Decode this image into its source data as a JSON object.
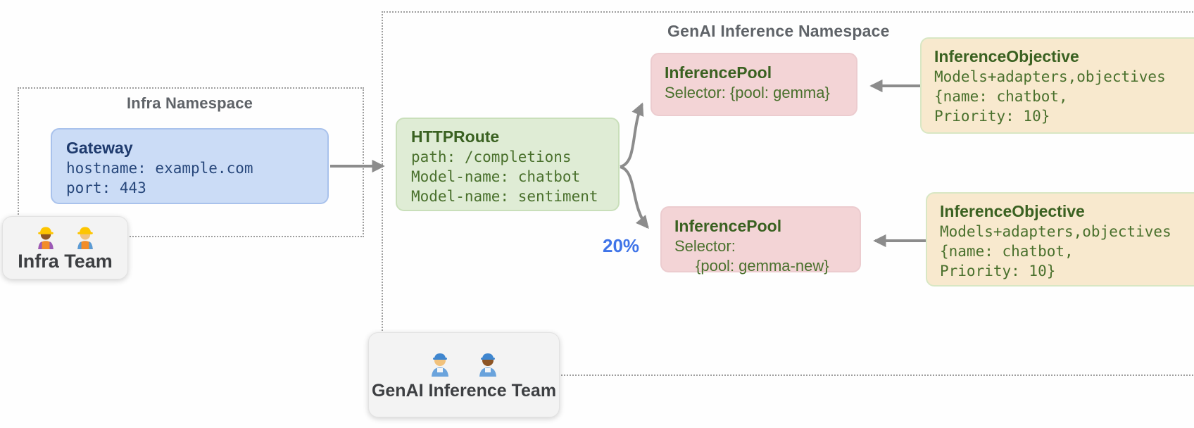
{
  "infra_namespace": {
    "title": "Infra Namespace",
    "gateway": {
      "title": "Gateway",
      "lines": [
        "hostname: example.com",
        "port: 443"
      ]
    }
  },
  "genai_namespace": {
    "title": "GenAI Inference Namespace",
    "httproute": {
      "title": "HTTPRoute",
      "lines": [
        "path: /completions",
        "Model-name: chatbot",
        "Model-name: sentiment"
      ]
    },
    "pools": [
      {
        "title": "InferencePool",
        "lines": [
          "Selector: {pool: gemma}"
        ]
      },
      {
        "title": "InferencePool",
        "lines": [
          "Selector:",
          "{pool: gemma-new}"
        ]
      }
    ],
    "objectives": [
      {
        "title": "InferenceObjective",
        "lines": [
          "Models+adapters,objectives",
          "{name: chatbot,",
          "Priority: 10}"
        ]
      },
      {
        "title": "InferenceObjective",
        "lines": [
          "Models+adapters,objectives",
          "{name: chatbot,",
          "Priority: 10}"
        ]
      }
    ],
    "traffic_split_label": "20%"
  },
  "teams": [
    {
      "label": "Infra Team",
      "icons": [
        "construction-worker-woman",
        "construction-worker-man"
      ],
      "icon_chars": [
        "👷🏾‍♀️",
        "👷🏻‍♂️"
      ]
    },
    {
      "label": "GenAI Inference Team",
      "icons": [
        "mechanic-light",
        "mechanic-dark"
      ],
      "icon_chars": [
        "🧑🏻‍🔧",
        "👨🏾‍🔧"
      ]
    }
  ],
  "colors": {
    "gateway_fill": "#cbdcf6",
    "gateway_text": "#1e3a6d",
    "httproute_fill": "#dfecd5",
    "pool_fill": "#f3d4d6",
    "objective_fill": "#f8e9ce",
    "node_title_green": "#3a6121",
    "node_text_green": "#49702c",
    "arrow": "#8c8c8c",
    "traffic_split_blue": "#3f74e8",
    "namespace_title_gray": "#5f6368",
    "dotted_border_gray": "#9e9e9e"
  }
}
